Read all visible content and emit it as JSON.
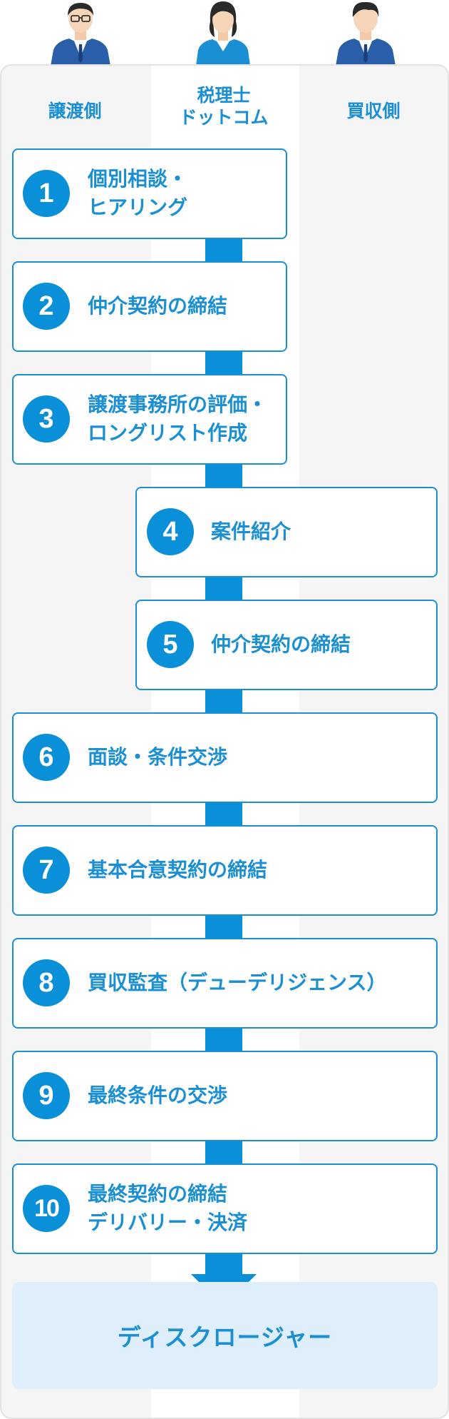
{
  "columns": {
    "left": "譲渡側",
    "middle_line1": "税理士",
    "middle_line2": "ドットコム",
    "right": "買収側"
  },
  "people": [
    "seller-person-icon",
    "advisor-person-icon",
    "buyer-person-icon"
  ],
  "steps": [
    {
      "num": "1",
      "line1": "個別相談・",
      "line2": "ヒアリング",
      "lane": "left"
    },
    {
      "num": "2",
      "line1": "仲介契約の締結",
      "line2": "",
      "lane": "left"
    },
    {
      "num": "3",
      "line1": "譲渡事務所の評価・",
      "line2": "ロングリスト作成",
      "lane": "left"
    },
    {
      "num": "4",
      "line1": "案件紹介",
      "line2": "",
      "lane": "right"
    },
    {
      "num": "5",
      "line1": "仲介契約の締結",
      "line2": "",
      "lane": "right"
    },
    {
      "num": "6",
      "line1": "面談・条件交渉",
      "line2": "",
      "lane": "both"
    },
    {
      "num": "7",
      "line1": "基本合意契約の締結",
      "line2": "",
      "lane": "both"
    },
    {
      "num": "8",
      "line1": "買収監査（デューデリジェンス）",
      "line2": "",
      "lane": "both"
    },
    {
      "num": "9",
      "line1": "最終条件の交渉",
      "line2": "",
      "lane": "both"
    },
    {
      "num": "10",
      "line1": "最終契約の締結",
      "line2": "デリバリー・決済",
      "lane": "both"
    }
  ],
  "final": {
    "label": "ディスクロージャー"
  },
  "colors": {
    "accent": "#0a90d8",
    "text": "#1b8fd4",
    "panel": "#dfeefb"
  }
}
